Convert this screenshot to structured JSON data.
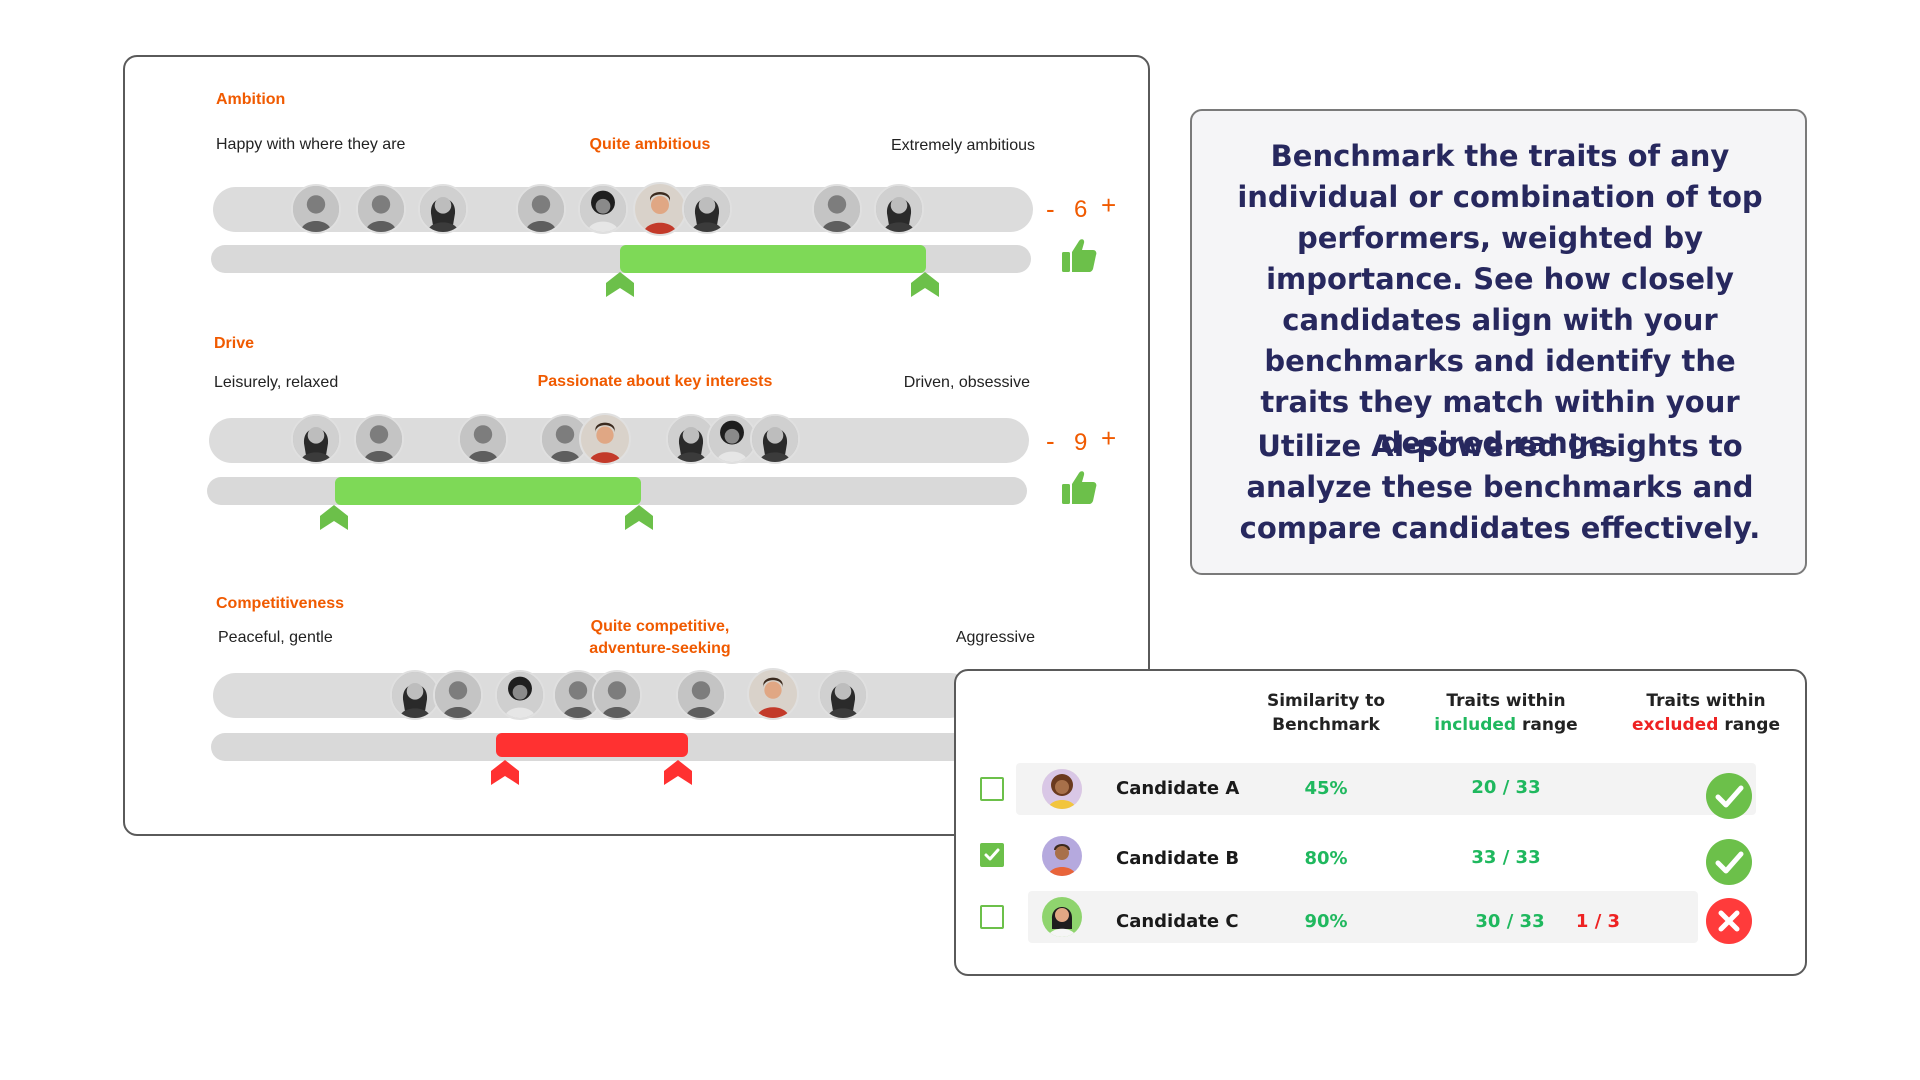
{
  "traits": [
    {
      "title": "Ambition",
      "low_label": "Happy with where they are",
      "mid_label": "Quite ambitious",
      "high_label": "Extremely ambitious",
      "weight": "6",
      "weight_minus": "-",
      "weight_plus": "+",
      "range_status": "included",
      "range_color": "#7ed957",
      "icon": "thumbs-up-icon"
    },
    {
      "title": "Drive",
      "low_label": "Leisurely, relaxed",
      "mid_label": "Passionate about key interests",
      "high_label": "Driven, obsessive",
      "weight": "9",
      "weight_minus": "-",
      "weight_plus": "+",
      "range_status": "included",
      "range_color": "#7ed957",
      "icon": "thumbs-up-icon"
    },
    {
      "title": "Competitiveness",
      "low_label": "Peaceful, gentle",
      "mid_label_line1": "Quite competitive,",
      "mid_label_line2": "adventure-seeking",
      "high_label": "Aggressive",
      "range_status": "excluded",
      "range_color": "#ff3131"
    }
  ],
  "info": {
    "paragraph1": "Benchmark the traits of any individual or combination of top performers, weighted by importance. See how closely candidates align with your benchmarks and identify the traits they match within your desired range.",
    "paragraph2": "Utilize AI-powered insights to analyze these benchmarks and compare candidates effectively."
  },
  "table": {
    "col_similarity_line1": "Similarity to",
    "col_similarity_line2": "Benchmark",
    "col_included_line1": "Traits within",
    "col_included_word": "included",
    "col_included_suffix": "range",
    "col_excluded_line1": "Traits within",
    "col_excluded_word": "excluded",
    "col_excluded_suffix": "range",
    "rows": [
      {
        "name": "Candidate A",
        "similarity": "45%",
        "included": "20 / 33",
        "excluded": "",
        "checked": false,
        "status": "check-icon"
      },
      {
        "name": "Candidate B",
        "similarity": "80%",
        "included": "33 / 33",
        "excluded": "",
        "checked": true,
        "status": "check-icon"
      },
      {
        "name": "Candidate C",
        "similarity": "90%",
        "included": "30 / 33",
        "excluded": "1 / 3",
        "checked": false,
        "status": "x-icon"
      }
    ]
  },
  "colors": {
    "accent_orange": "#f05a00",
    "included_green": "#7ed957",
    "excluded_red": "#ff3131",
    "text_navy": "#27285e",
    "success_green": "#6cc04a",
    "error_red": "#ff3b3b"
  }
}
